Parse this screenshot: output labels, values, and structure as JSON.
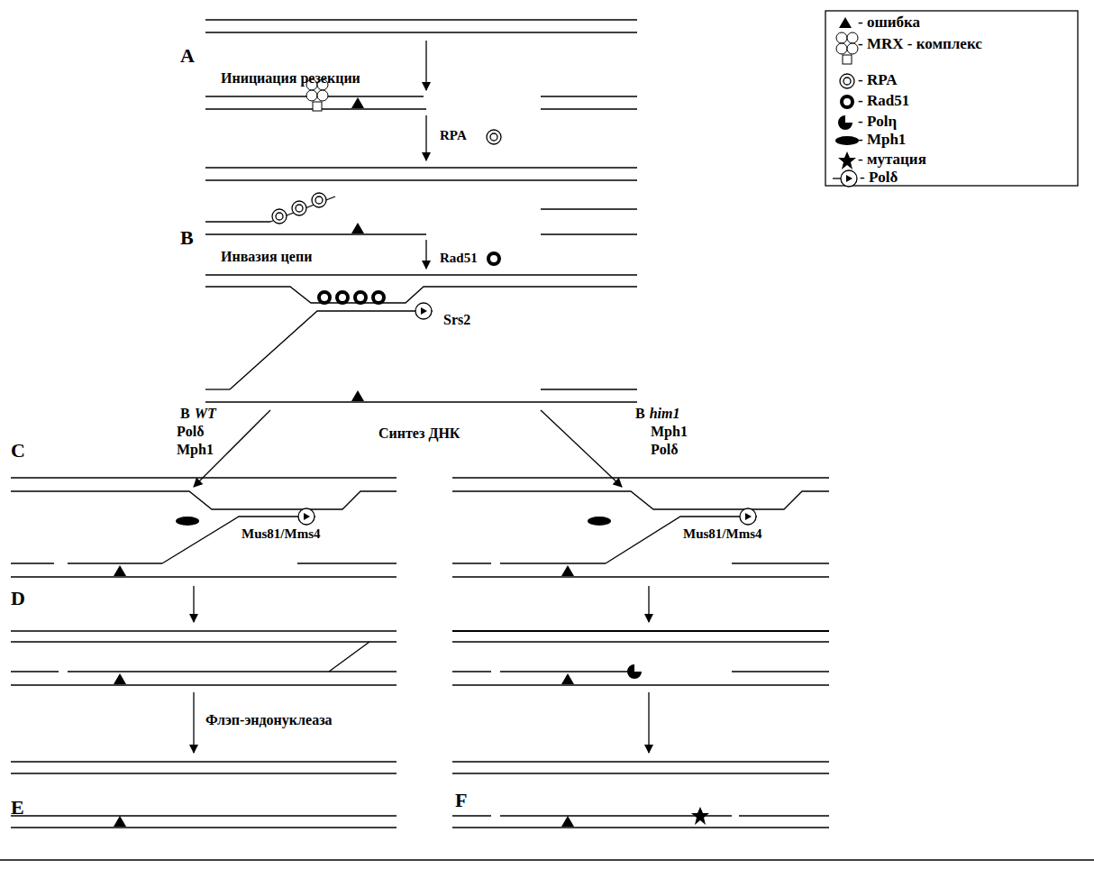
{
  "diagram": {
    "labels": [
      "A",
      "Инициация резекции",
      "RPA",
      "B",
      "Инвазия цепи",
      "Rad51",
      "Srs2",
      "В",
      "WT",
      "Polδ",
      "Mph1",
      "Синтез ДНК",
      "В",
      "him1",
      "Mph1",
      "Polδ",
      "C",
      "Mus81/Mms4",
      "Mus81/Mms4",
      "D",
      "Флэп-эндонуклеаза",
      "E",
      "F"
    ],
    "legend": [
      {
        "text": "- ошибка"
      },
      {
        "text": "- MRX - комплекс"
      },
      {
        "text": "- RPA"
      },
      {
        "text": "- Rad51"
      },
      {
        "text": "- Polη"
      },
      {
        "text": "- Mph1"
      },
      {
        "text": "- мутация"
      },
      {
        "text": "- Polδ"
      }
    ]
  }
}
